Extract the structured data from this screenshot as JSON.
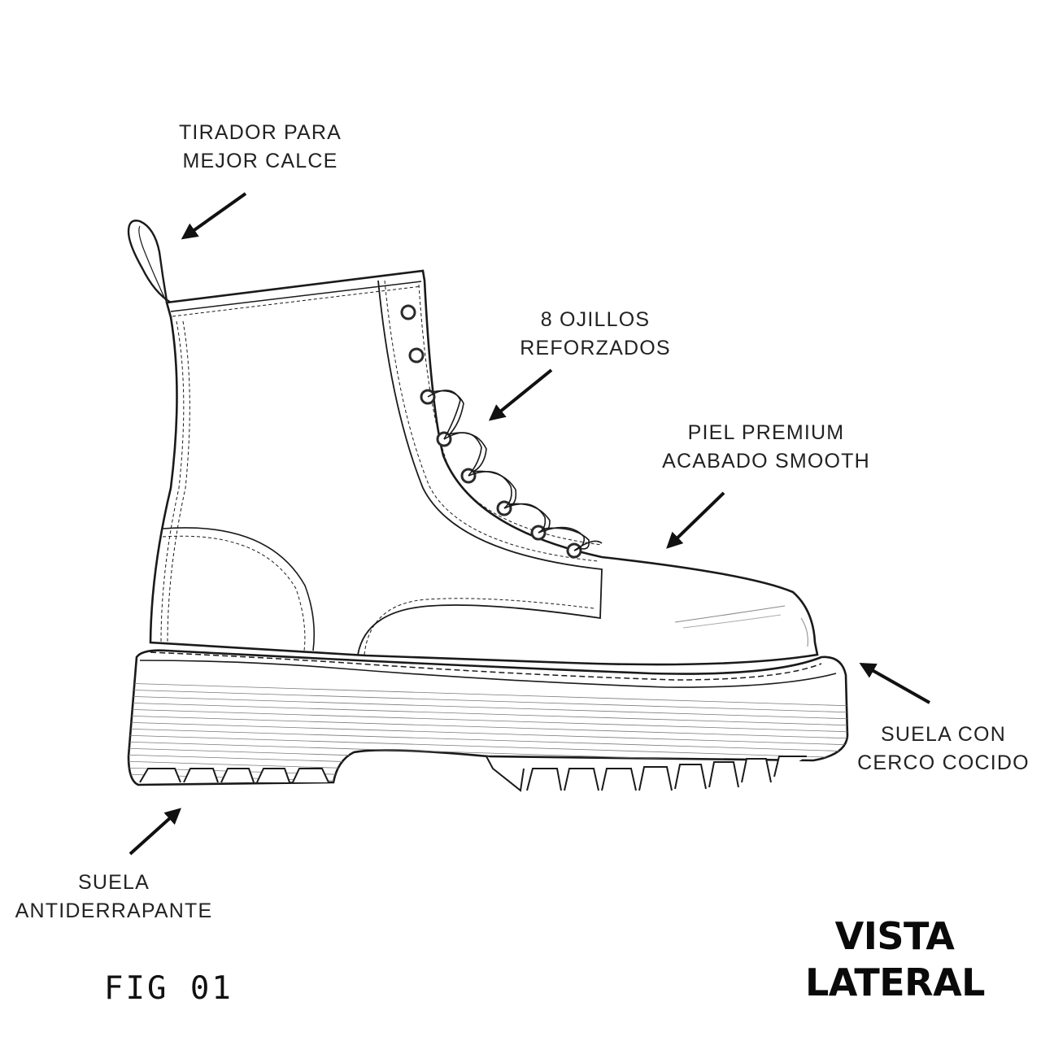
{
  "callouts": {
    "pull_tab": {
      "line1": "TIRADOR PARA",
      "line2": "MEJOR CALCE"
    },
    "eyelets": {
      "line1": "8 OJILLOS",
      "line2": "REFORZADOS"
    },
    "leather": {
      "line1": "PIEL PREMIUM",
      "line2": "ACABADO SMOOTH"
    },
    "welt": {
      "line1": "SUELA CON",
      "line2": "CERCO COCIDO"
    },
    "sole": {
      "line1": "SUELA",
      "line2": "ANTIDERRAPANTE"
    }
  },
  "figure_label": "FIG 01",
  "view_title": {
    "line1": "VISTA",
    "line2": "LATERAL"
  },
  "colors": {
    "ink": "#1a1a1a",
    "background": "#ffffff",
    "eyelet": "#3a3a3a"
  }
}
